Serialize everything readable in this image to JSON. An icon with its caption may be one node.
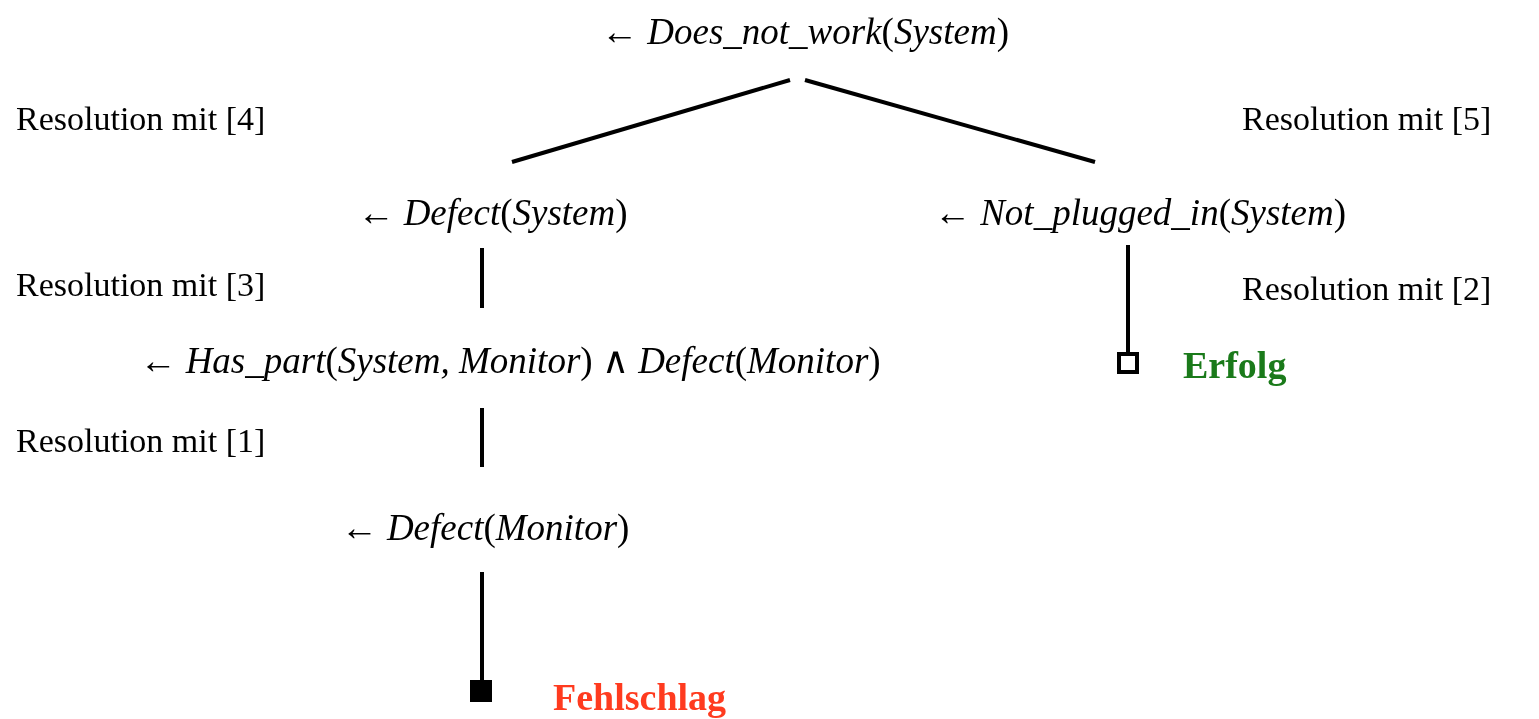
{
  "diagram": {
    "nodes": [
      {
        "text": [
          "← *Does_not_work*(*System*)"
        ]
      },
      {
        "text": [
          "← *Defect*(*System*)"
        ]
      },
      {
        "text": [
          "← *Not_plugged_in*(*System*)"
        ]
      },
      {
        "text": [
          "← *Has_part*(*System, Monitor*) ∧ *Defect*(*Monitor*)"
        ]
      },
      {
        "text": [],
        "shape": "box",
        "beside": [
          "Erfolg"
        ]
      },
      {
        "text": [
          "← *Defect*(*Monitor*)"
        ]
      },
      {
        "text": [],
        "shape": "box",
        "beside": [
          "Fehlschlag"
        ]
      }
    ],
    "edges": [
      {
        "from": 0,
        "to": 1,
        "arrow": "none"
      },
      {
        "from": 0,
        "to": 2,
        "arrow": "none"
      },
      {
        "from": 1,
        "to": 3,
        "arrow": "none"
      },
      {
        "from": 2,
        "to": 4,
        "arrow": "none"
      },
      {
        "from": 3,
        "to": 5,
        "arrow": "none"
      },
      {
        "from": 5,
        "to": 6,
        "arrow": "none"
      }
    ],
    "labels": [
      "Resolution mit [4]",
      "Resolution mit [5]",
      "Resolution mit [3]",
      "Resolution mit [2]",
      "Resolution mit [1]"
    ]
  }
}
